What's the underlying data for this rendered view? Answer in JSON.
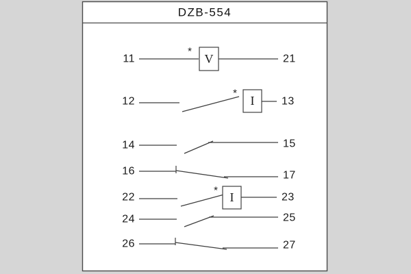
{
  "title": "DZB-554",
  "rows": [
    {
      "left": "11",
      "right": "21",
      "element": "V",
      "star": "*",
      "kind": "voltage-element"
    },
    {
      "left": "12",
      "right": "13",
      "element": "I",
      "star": "*",
      "kind": "contact-with-current-element"
    },
    {
      "left": "14",
      "right": "15",
      "kind": "open-contact"
    },
    {
      "left": "16",
      "right": "17",
      "kind": "closed-contact"
    },
    {
      "left": "22",
      "right": "23",
      "element": "I",
      "star": "*",
      "kind": "contact-with-current-element"
    },
    {
      "left": "24",
      "right": "25",
      "kind": "open-contact"
    },
    {
      "left": "26",
      "right": "27",
      "kind": "closed-contact"
    }
  ],
  "colors": {
    "background": "#d6d6d6",
    "panel": "#ffffff",
    "line": "#3f3f3f",
    "text": "#1a1a1a"
  }
}
